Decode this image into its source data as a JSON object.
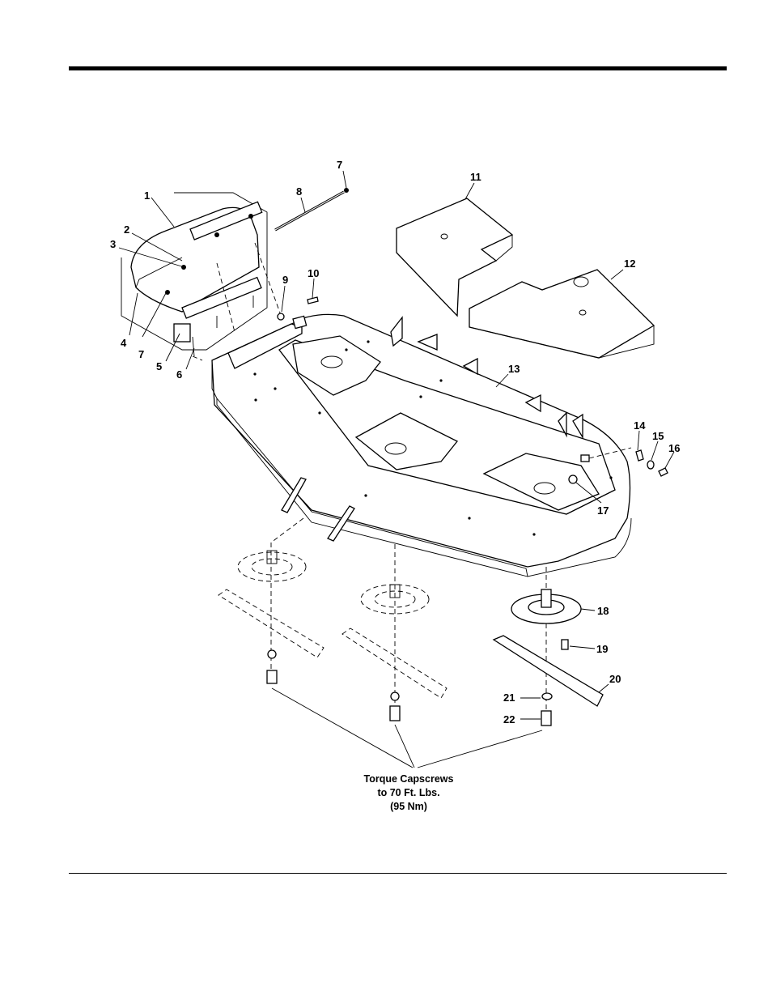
{
  "callouts": [
    {
      "id": "c1",
      "label": "1"
    },
    {
      "id": "c2",
      "label": "2"
    },
    {
      "id": "c3",
      "label": "3"
    },
    {
      "id": "c4",
      "label": "4"
    },
    {
      "id": "c7a",
      "label": "7"
    },
    {
      "id": "c5",
      "label": "5"
    },
    {
      "id": "c6",
      "label": "6"
    },
    {
      "id": "c7b",
      "label": "7"
    },
    {
      "id": "c8",
      "label": "8"
    },
    {
      "id": "c9",
      "label": "9"
    },
    {
      "id": "c10",
      "label": "10"
    },
    {
      "id": "c11",
      "label": "11"
    },
    {
      "id": "c12",
      "label": "12"
    },
    {
      "id": "c13",
      "label": "13"
    },
    {
      "id": "c14",
      "label": "14"
    },
    {
      "id": "c15",
      "label": "15"
    },
    {
      "id": "c16",
      "label": "16"
    },
    {
      "id": "c17",
      "label": "17"
    },
    {
      "id": "c18",
      "label": "18"
    },
    {
      "id": "c19",
      "label": "19"
    },
    {
      "id": "c20",
      "label": "20"
    },
    {
      "id": "c21",
      "label": "21"
    },
    {
      "id": "c22",
      "label": "22"
    }
  ],
  "torque_note": {
    "line1": "Torque Capscrews",
    "line2": "to 70 Ft. Lbs.",
    "line3": "(95 Nm)"
  }
}
